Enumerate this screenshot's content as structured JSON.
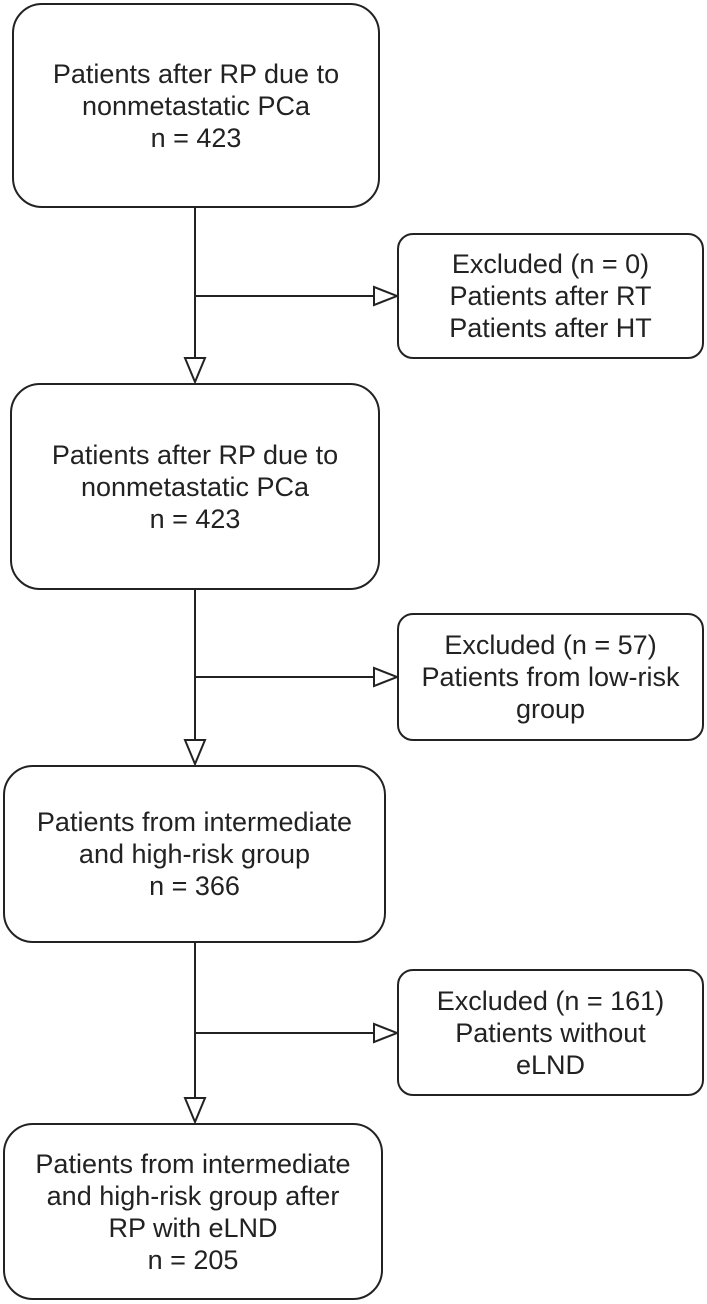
{
  "flowchart": {
    "main_boxes": [
      {
        "lines": [
          "Patients after RP due to",
          "nonmetastatic PCa",
          "n = 423"
        ]
      },
      {
        "lines": [
          "Patients after RP due to",
          "nonmetastatic PCa",
          "n = 423"
        ]
      },
      {
        "lines": [
          "Patients from intermediate",
          "and high-risk group",
          "n = 366"
        ]
      },
      {
        "lines": [
          "Patients from intermediate",
          "and high-risk group after",
          "RP with eLND",
          "n = 205"
        ]
      }
    ],
    "exclusion_boxes": [
      {
        "lines": [
          "Excluded (n = 0)",
          "Patients after RT",
          "Patients after HT"
        ]
      },
      {
        "lines": [
          "Excluded (n = 57)",
          "Patients from low-risk",
          "group"
        ]
      },
      {
        "lines": [
          "Excluded (n = 161)",
          "Patients without",
          "eLND"
        ]
      }
    ]
  }
}
